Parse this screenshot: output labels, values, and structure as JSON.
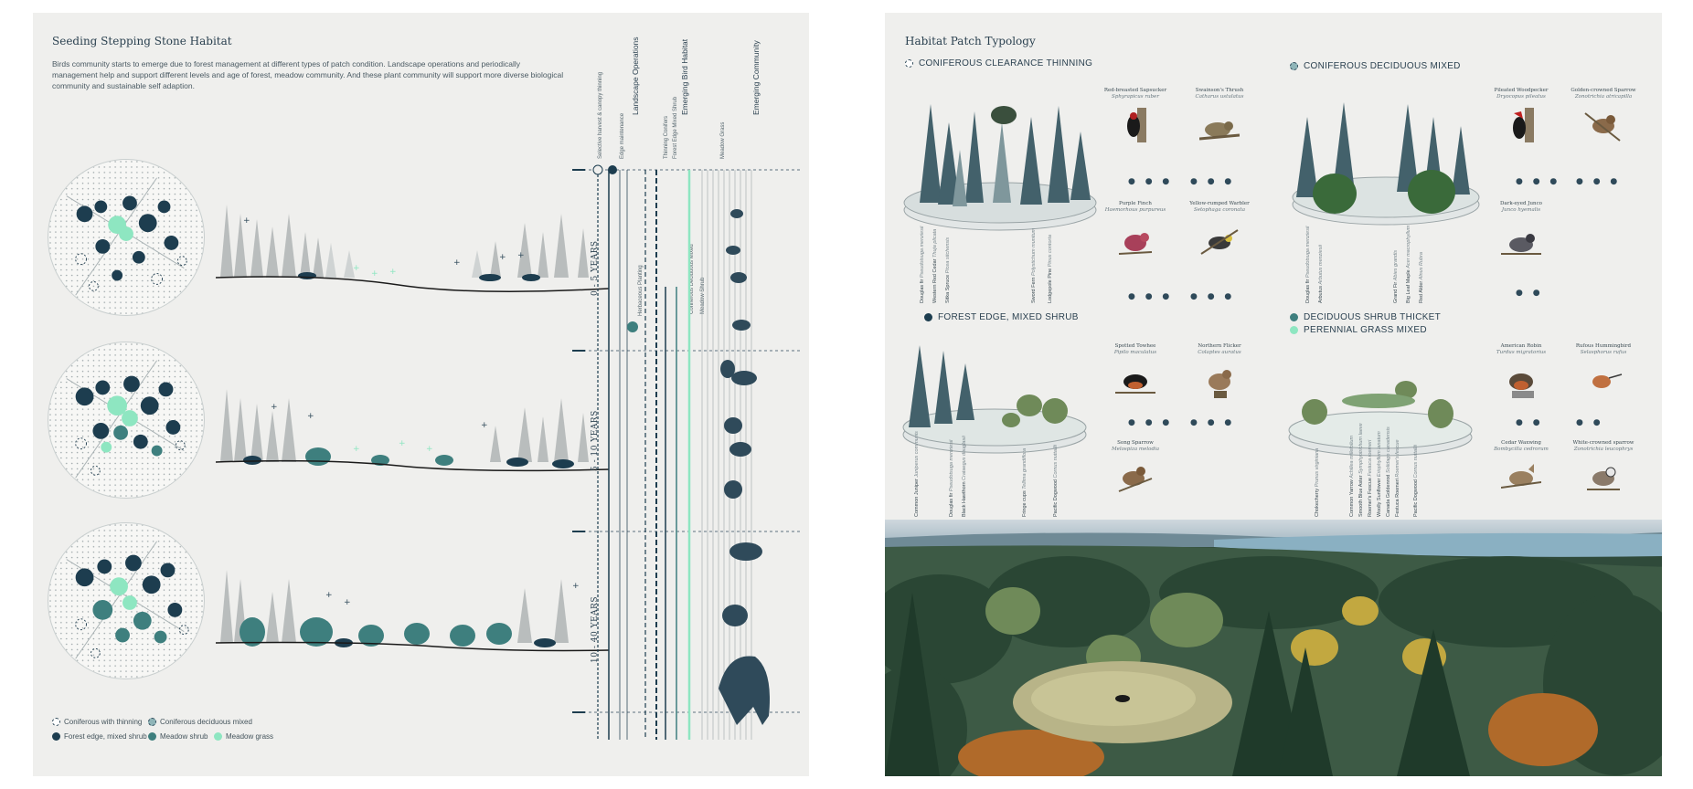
{
  "left": {
    "title": "Seeding Stepping Stone Habitat",
    "intro": "Birds community starts to emerge due to forest management at different types of patch condition. Landscape operations and periodically management help and support different levels and age of forest, meadow  community. And these plant community will support more diverse biological community and sustainable self adaption.",
    "timeline_heads": [
      "Landscape Operations",
      "Emerging Bird Habitat",
      "Emerging Community"
    ],
    "timeline_subheads": [
      "Selective harvest & canopy thinning",
      "Edge maintenance",
      "Thinning Conifers",
      "Forest Edge Mixed Shrub",
      "Meadow Grass"
    ],
    "timeline_small": [
      "Herbaceous Planting",
      "Coniferous Deciduous Mixed",
      "Meadow Shrub"
    ],
    "periods": [
      "0 - 5 YEARS",
      "5 - 10 YEARS",
      "10 - 40 YEARS"
    ],
    "legend": [
      {
        "label": "Coniferous with thinning",
        "color": "#ffffff",
        "border": "#2f4a5a",
        "dashed": true
      },
      {
        "label": "Coniferous deciduous mixed",
        "color": "#8fb5b8",
        "border": "#2f4a5a",
        "dashed": true
      },
      {
        "label": "Forest edge, mixed shrub",
        "color": "#1d3d4f",
        "border": "#1d3d4f",
        "dashed": false
      },
      {
        "label": "Meadow shrub",
        "color": "#3e7f7e",
        "border": "#3e7f7e",
        "dashed": false
      },
      {
        "label": "Meadow grass",
        "color": "#8ee6c1",
        "border": "#8ee6c1",
        "dashed": false
      }
    ]
  },
  "right": {
    "title": "Habitat Patch Typology",
    "habitats": [
      {
        "title": "CONIFEROUS CLEARANCE THINNING",
        "icon": "dashed-circle-icon",
        "plants": [
          {
            "name": "Douglas fir",
            "latin": "Pseudotsuga menziesii"
          },
          {
            "name": "Western Red Cedar",
            "latin": "Thuja plicata"
          },
          {
            "name": "Sitka Spruce",
            "latin": "Picea sitchensis"
          },
          {
            "name": "Sword Fern",
            "latin": "Polystichum munitum"
          },
          {
            "name": "Lodgepole Pine",
            "latin": "Pinus contorta"
          }
        ],
        "species": [
          {
            "name": "Red-breasted Sapsucker",
            "latin": "Sphyrapicus ruber"
          },
          {
            "name": "Swainson's Thrush",
            "latin": "Catharus ustulatus"
          },
          {
            "name": "Purple Finch",
            "latin": "Haemorhous purpureus"
          },
          {
            "name": "Yellow-rumped Warbler",
            "latin": "Setophaga coronata"
          }
        ]
      },
      {
        "title": "CONIFEROUS DECIDUOUS MIXED",
        "icon": "dotted-circle-icon",
        "plants": [
          {
            "name": "Douglas fir",
            "latin": "Pseudotsuga menziesii"
          },
          {
            "name": "Arbutus",
            "latin": "Arbutus menziesii"
          },
          {
            "name": "Grand Fir",
            "latin": "Abies grandis"
          },
          {
            "name": "Big Leaf Maple",
            "latin": "Acer macrophyllum"
          },
          {
            "name": "Red Alder",
            "latin": "Alnus Rubra"
          }
        ],
        "species": [
          {
            "name": "Pileated Woodpecker",
            "latin": "Dryocopus pileatus"
          },
          {
            "name": "Golden-crowned Sparrow",
            "latin": "Zonotrichia atricapilla"
          },
          {
            "name": "Dark-eyed Junco",
            "latin": "Junco hyemalis"
          }
        ]
      },
      {
        "title": "FOREST EDGE, MIXED SHRUB",
        "icon": "dark-dot-icon",
        "plants": [
          {
            "name": "Common Juniper",
            "latin": "Juniperus communis"
          },
          {
            "name": "Douglas fir",
            "latin": "Pseudotsuga menziesii"
          },
          {
            "name": "Black Hawthorn",
            "latin": "Crataegus douglasii"
          },
          {
            "name": "Fringe cups",
            "latin": "Tellima grandiflora"
          },
          {
            "name": "Pacific Dogwood",
            "latin": "Cornus nuttallii"
          }
        ],
        "species": [
          {
            "name": "Spotted Towhee",
            "latin": "Pipilo maculatus"
          },
          {
            "name": "Northern Flicker",
            "latin": "Colaptes auratus"
          },
          {
            "name": "Song Sparrow",
            "latin": "Melospiza melodia"
          }
        ]
      },
      {
        "title": "DECIDUOUS SHRUB THICKET",
        "title2": "PERENNIAL GRASS MIXED",
        "icon": "teal-dot-icon",
        "icon2": "mint-dot-icon",
        "plants": [
          {
            "name": "Chokecherry",
            "latin": "Prunus virginiana"
          },
          {
            "name": "Common Yarrow",
            "latin": "Achillea millefolium"
          },
          {
            "name": "Smooth Blue Aster",
            "latin": "Symphyotrichum laeve"
          },
          {
            "name": "Roemer's Fescue",
            "latin": "Festuca roemeri"
          },
          {
            "name": "Woolly Sunflower",
            "latin": "Eriophyllum lanatum"
          },
          {
            "name": "Canada Goldenrod",
            "latin": "Solidago canadensis"
          },
          {
            "name": "Festuca Roemeri",
            "latin": "Roemer's fescue"
          },
          {
            "name": "Pacific Dogwood",
            "latin": "Cornus nuttallii"
          }
        ],
        "species": [
          {
            "name": "American Robin",
            "latin": "Turdus migratorius"
          },
          {
            "name": "Rufous Hummingbird",
            "latin": "Selasphorus rufus"
          },
          {
            "name": "Cedar Waxwing",
            "latin": "Bombycilla cedrorum"
          },
          {
            "name": "White-crowned sparrow",
            "latin": "Zonotrichia leucophrys"
          }
        ]
      }
    ]
  },
  "colors": {
    "dark": "#1d3d4f",
    "teal": "#3e7f7e",
    "mint": "#8ee6c1",
    "grey_tree": "#b9bdbd",
    "panel": "#efefed"
  }
}
